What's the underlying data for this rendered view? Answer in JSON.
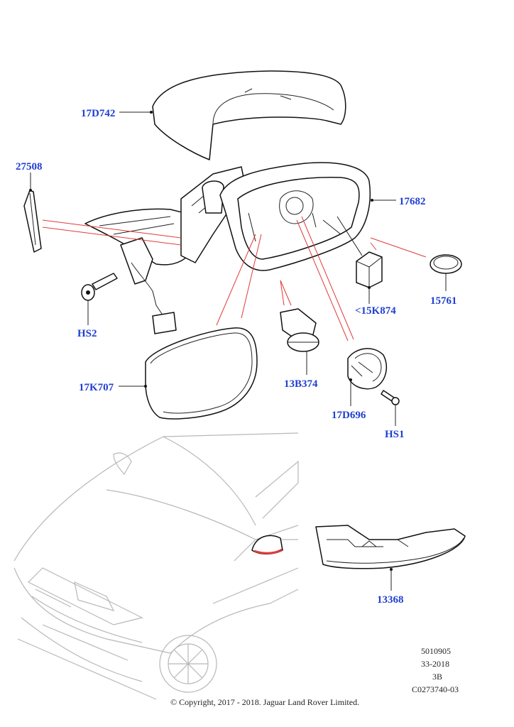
{
  "callouts": {
    "c17d742": "17D742",
    "c27508": "27508",
    "c17682": "17682",
    "c15761": "15761",
    "c15k874": "<15K874",
    "hs2": "HS2",
    "c17k707": "17K707",
    "c13b374": "13B374",
    "c17d696": "17D696",
    "hs1": "HS1",
    "c13368": "13368"
  },
  "meta": {
    "line1": "5010905",
    "line2": "33-2018",
    "line3": "3B",
    "line4": "C0273740-03"
  },
  "copyright": "© Copyright, 2017 - 2018. Jaguar Land Rover Limited.",
  "colors": {
    "callout": "#1f3fd0",
    "redline": "#e23a3a"
  }
}
